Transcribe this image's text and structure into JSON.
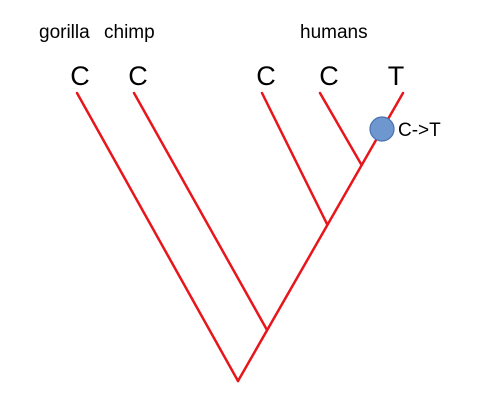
{
  "labels": {
    "gorilla": "gorilla",
    "chimp": "chimp",
    "humans": "humans"
  },
  "tips": [
    {
      "name": "gorilla-tip",
      "base": "C"
    },
    {
      "name": "chimp-tip",
      "base": "C"
    },
    {
      "name": "human-1-tip",
      "base": "C"
    },
    {
      "name": "human-2-tip",
      "base": "C"
    },
    {
      "name": "human-3-tip",
      "base": "T"
    }
  ],
  "mutation": {
    "label": "C->T"
  },
  "colors": {
    "branch": "#e8151b",
    "marker_fill": "#6f97cf",
    "marker_stroke": "#4a72b0",
    "text": "#000000"
  }
}
